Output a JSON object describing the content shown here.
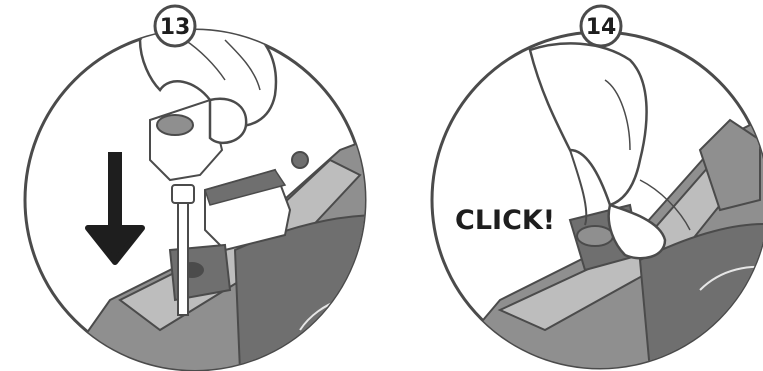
{
  "steps": [
    {
      "number": "13"
    },
    {
      "number": "14",
      "callout": "CLICK!"
    }
  ],
  "colors": {
    "outline": "#4b4b4b",
    "iron_body": "#8f8f8f",
    "iron_light": "#bdbdbd",
    "iron_dark": "#6f6f6f",
    "panel": "#e6e6e6",
    "badge_fill": "#ffffff",
    "arrow": "#1e1e1e",
    "skin": "#ffffff"
  },
  "icons": {
    "step13_arrow": "down-arrow-icon"
  }
}
